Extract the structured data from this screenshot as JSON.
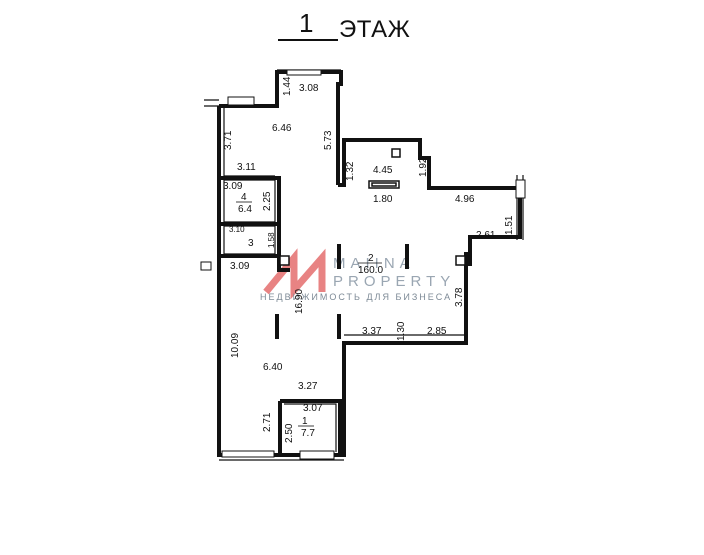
{
  "header": {
    "floor_number": "1",
    "floor_word": "ЭТАЖ"
  },
  "watermark": {
    "line1": "MAIINA",
    "line2": "PROPERTY",
    "line3": "НЕДВИЖИМОСТЬ ДЛЯ БИЗНЕСА",
    "color": "#e05a5a"
  },
  "rooms": {
    "r1": {
      "number": "1",
      "area": "7.7"
    },
    "r2": {
      "number": "2",
      "area": "160.0"
    },
    "r3": {
      "number": "3"
    },
    "r4": {
      "number": "4",
      "area": "6.4"
    }
  },
  "dims": {
    "d_308": "3.08",
    "d_144": "1.44",
    "d_646": "6.46",
    "d_573": "5.73",
    "d_371": "3.71",
    "d_311": "3.11",
    "d_132": "1.32",
    "d_445": "4.45",
    "d_192": "1.92",
    "d_180": "1.80",
    "d_496": "4.96",
    "d_309": "3.09",
    "d_225": "2.25",
    "d_310": "3.10",
    "d_158": "1.58",
    "d_151": "1.51",
    "d_261": "2.61",
    "d_309b": "3.09",
    "d_1690": "16.90",
    "d_378": "3.78",
    "d_337": "3.37",
    "d_130": "1.30",
    "d_285": "2.85",
    "d_1009": "10.09",
    "d_640": "6.40",
    "d_327": "3.27",
    "d_307": "3.07",
    "d_271": "2.71",
    "d_250": "2.50"
  }
}
